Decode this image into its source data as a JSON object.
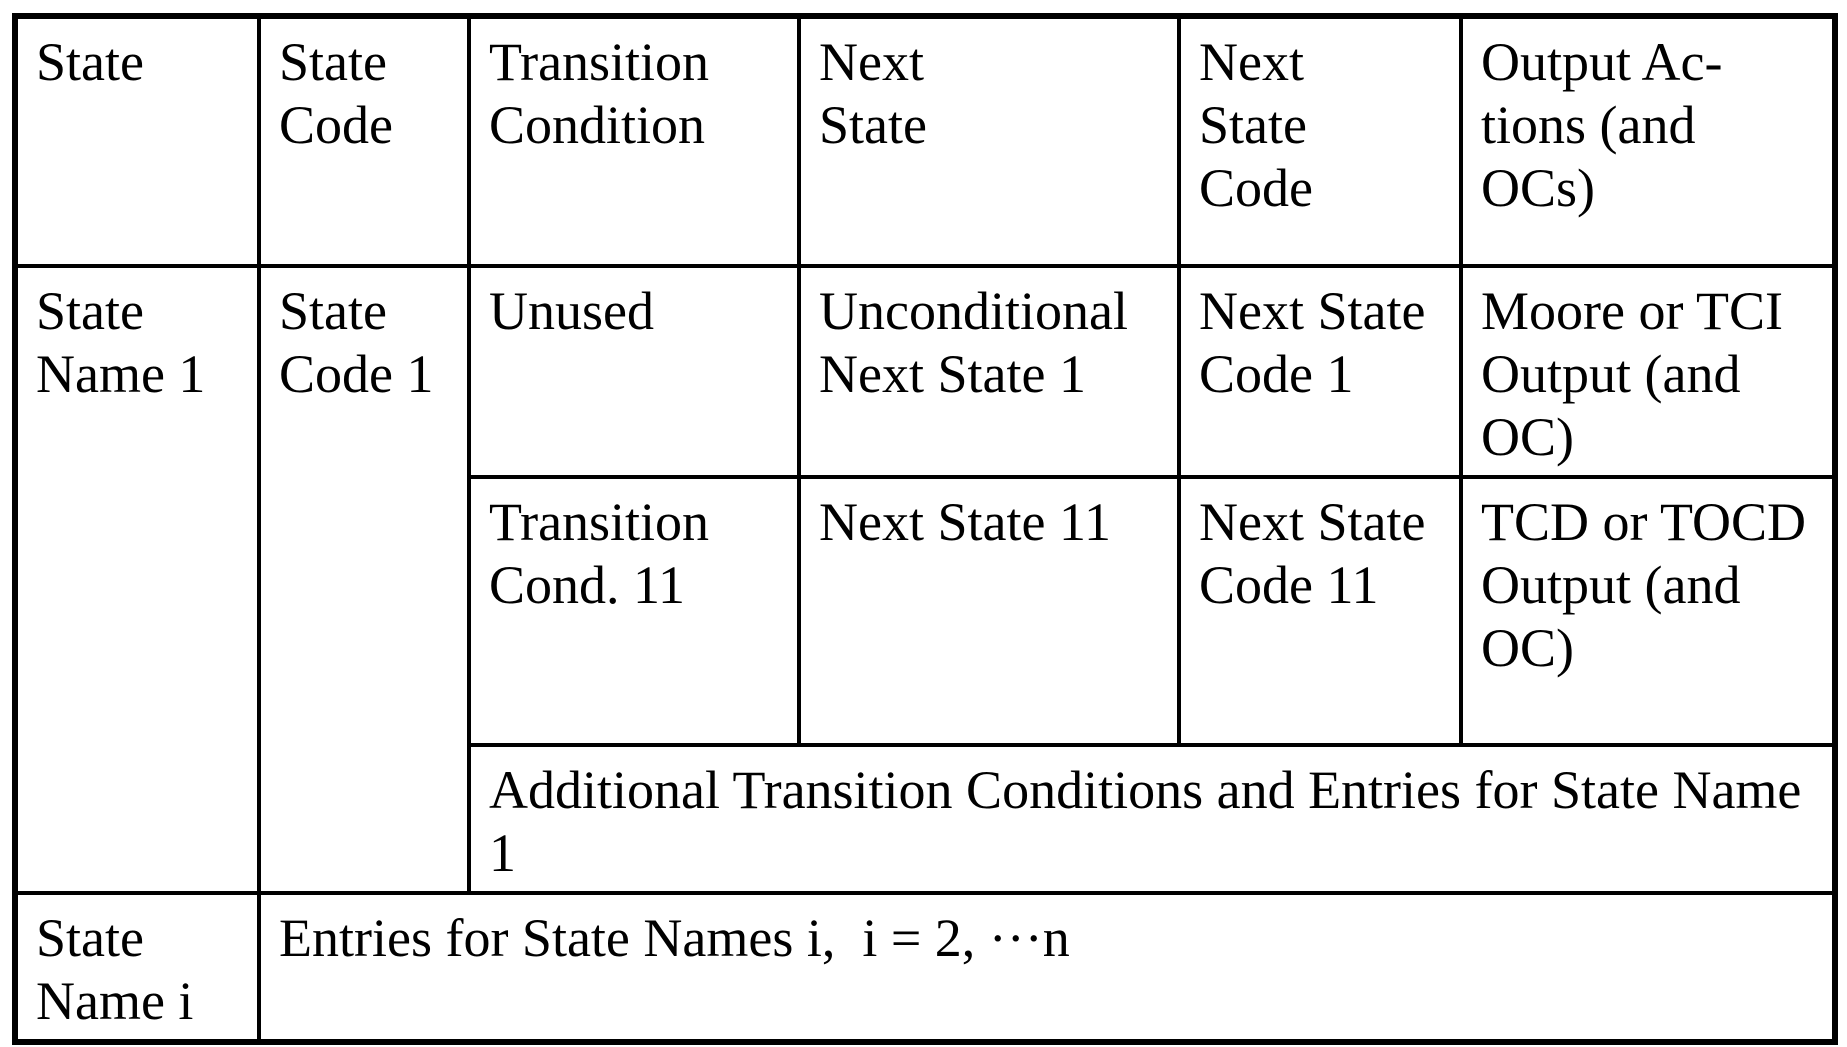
{
  "colors": {
    "border": "#000000",
    "text": "#000000",
    "cell_background": "#ffffff",
    "page_background": "#ffffff"
  },
  "table": {
    "header": {
      "state": "State",
      "state_code": "State\nCode",
      "transition_condition": "Transition\nCondition",
      "next_state": "Next\nState",
      "next_state_code": "Next\nState\nCode",
      "output_actions": "Output Ac-\ntions (and\nOCs)"
    },
    "state1": {
      "state_name": "State\nName 1",
      "state_code": "State\nCode 1",
      "unconditional_row": {
        "transition_condition": "Unused",
        "next_state": "Unconditional\nNext State 1",
        "next_state_code": "Next State\nCode 1",
        "output_actions": "Moore or TCI\nOutput (and\nOC)"
      },
      "conditional_row": {
        "transition_condition": "Transition\nCond. 11",
        "next_state": "Next State 11",
        "next_state_code": "Next State\nCode 11",
        "output_actions": "TCD or TOCD\nOutput (and\nOC)"
      },
      "additional_entries": "Additional Transition Conditions and Entries for State Name\n1"
    },
    "state_i": {
      "state_name": "State\nName i",
      "entries": "Entries for State Names i,  i = 2, ···n"
    }
  }
}
